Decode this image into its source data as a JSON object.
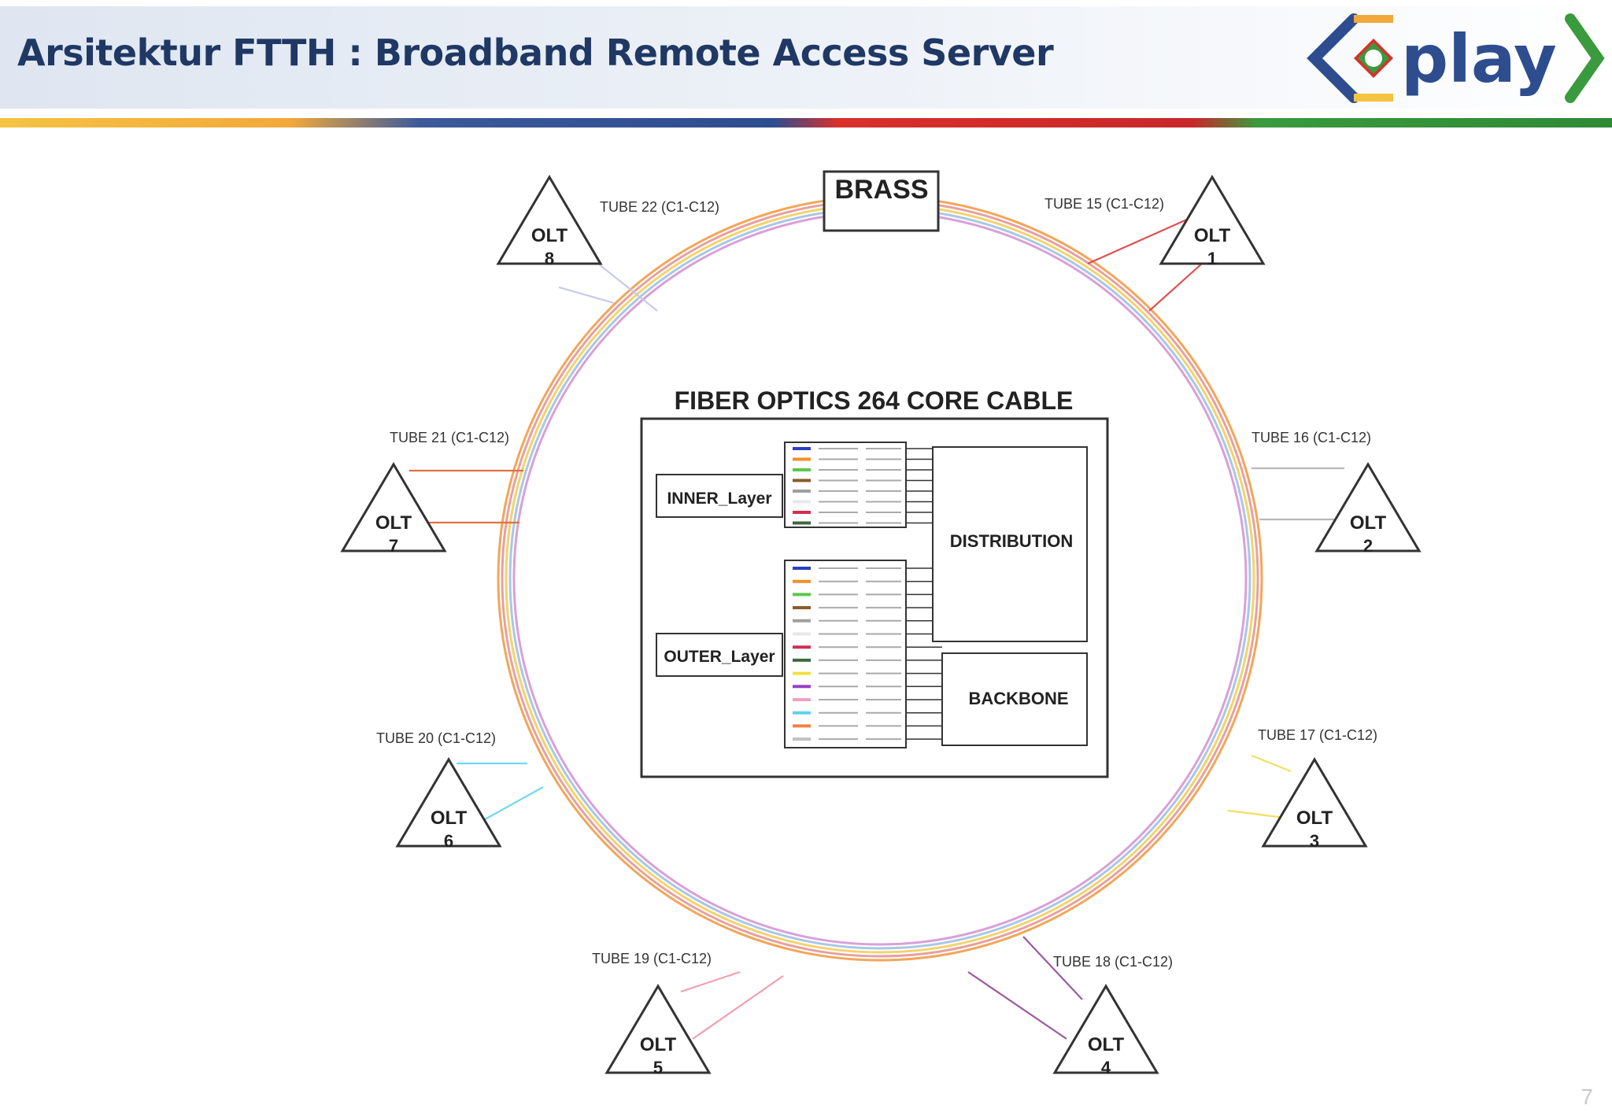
{
  "header": {
    "title": "Arsitektur FTTH : Broadband Remote Access Server"
  },
  "logo": {
    "text": "play"
  },
  "page_number": "7",
  "diagram": {
    "brass_label": "BRASS",
    "cable_title": "FIBER OPTICS 264 CORE CABLE",
    "inner_layer_label": "INNER_Layer",
    "outer_layer_label": "OUTER_Layer",
    "distribution_label": "DISTRIBUTION",
    "backbone_label": "BACKBONE",
    "olt_word": "OLT",
    "olts": [
      {
        "number": "1",
        "tube": "TUBE 15 (C1-C12)"
      },
      {
        "number": "2",
        "tube": "TUBE 16 (C1-C12)"
      },
      {
        "number": "3",
        "tube": "TUBE 17 (C1-C12)"
      },
      {
        "number": "4",
        "tube": "TUBE 18 (C1-C12)"
      },
      {
        "number": "5",
        "tube": "TUBE 19 (C1-C12)"
      },
      {
        "number": "6",
        "tube": "TUBE 20 (C1-C12)"
      },
      {
        "number": "7",
        "tube": "TUBE 21 (C1-C12)"
      },
      {
        "number": "8",
        "tube": "TUBE 22 (C1-C12)"
      }
    ],
    "ring_colors": [
      "#f2a65a",
      "#e8a0a0",
      "#f3d36b",
      "#a9c6e8",
      "#d9a0d9"
    ],
    "olt_link_colors": [
      "#e05050",
      "#b8b8b8",
      "#f0e060",
      "#9a5aa0",
      "#f0a0b0",
      "#70d8f0",
      "#e07040",
      "#c8c8e8"
    ],
    "fiber_colors_inner": [
      "#2b3fc4",
      "#f0902a",
      "#5cc84a",
      "#8a5a2a",
      "#a0a0a0",
      "#e8e8e8",
      "#d03050",
      "#406a40"
    ],
    "fiber_colors_outer": [
      "#2b3fc4",
      "#f0902a",
      "#5cc84a",
      "#8a5a2a",
      "#a0a0a0",
      "#e8e8e8",
      "#d03050",
      "#406a40",
      "#f0e040",
      "#9a40c0",
      "#f0a0c0",
      "#60d0f0",
      "#f08040",
      "#c0c0c0"
    ]
  }
}
